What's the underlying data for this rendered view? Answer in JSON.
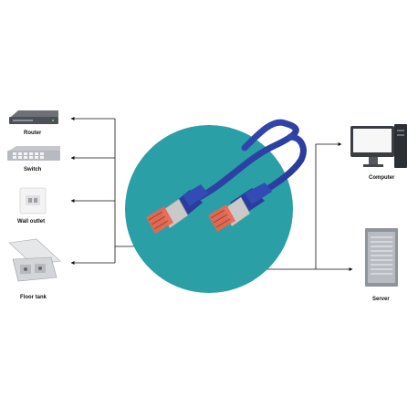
{
  "devices_left": [
    {
      "id": "router",
      "label": "Router",
      "icon": "router-icon"
    },
    {
      "id": "switch",
      "label": "Switch",
      "icon": "switch-icon"
    },
    {
      "id": "wall_outlet",
      "label": "Wall outlet",
      "icon": "wall-outlet-icon"
    },
    {
      "id": "floor_tank",
      "label": "Floor tank",
      "icon": "floor-tank-icon"
    }
  ],
  "devices_right": [
    {
      "id": "computer",
      "label": "Computer",
      "icon": "computer-icon"
    },
    {
      "id": "server",
      "label": "Server",
      "icon": "server-icon"
    }
  ],
  "center": {
    "icon": "patch-cable-icon",
    "cable_color": "#2a3d9c",
    "disc_color": "#2a9fa6",
    "plug_color": "#e9664f"
  },
  "line_color": "#111111"
}
